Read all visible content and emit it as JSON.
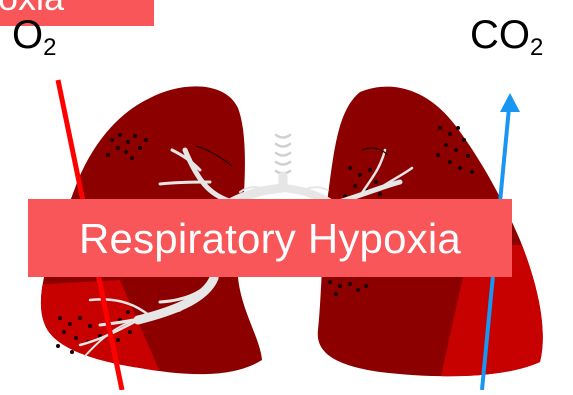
{
  "header": {
    "tag_text": "Hypoxia"
  },
  "labels": {
    "o2": {
      "base": "O",
      "subscript": "2"
    },
    "co2": {
      "base": "CO",
      "subscript": "2"
    }
  },
  "banner": {
    "text": "Respiratory Hypoxia"
  },
  "colors": {
    "lung": "#8c0000",
    "lung_lower": "#b80000",
    "lung_lower_bright": "#c70000",
    "alveoli_dots": "#1a0000",
    "airways": "#e6e6e6",
    "trachea_rings": "#d0d0d0",
    "o2_arrow": "#ff0000",
    "co2_arrow": "#1896f2",
    "banner_bg": "#f85659",
    "banner_text": "#ffffff"
  },
  "icons": {
    "o2_arrow": "arrow-down",
    "co2_arrow": "arrow-up"
  }
}
